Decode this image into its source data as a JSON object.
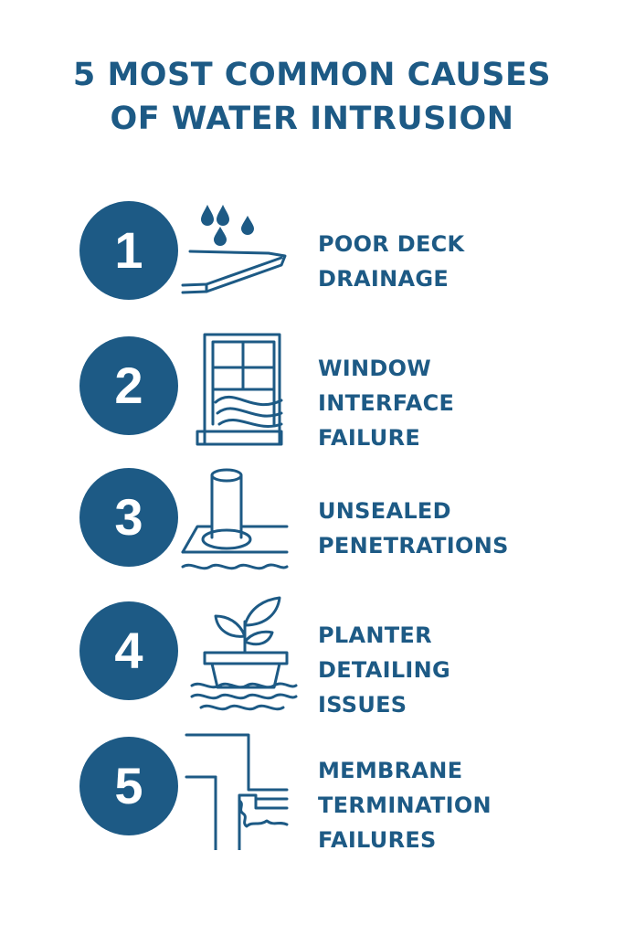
{
  "title": {
    "line1": "5 MOST COMMON CAUSES",
    "line2": "OF WATER INTRUSION"
  },
  "items": [
    {
      "number": "1",
      "icon": "deck-drainage-icon",
      "lines": [
        "POOR DECK",
        "DRAINAGE"
      ]
    },
    {
      "number": "2",
      "icon": "window-water-icon",
      "lines": [
        "WINDOW",
        "INTERFACE",
        "FAILURE"
      ]
    },
    {
      "number": "3",
      "icon": "pipe-penetration-icon",
      "lines": [
        "UNSEALED",
        "PENETRATIONS"
      ]
    },
    {
      "number": "4",
      "icon": "planter-icon",
      "lines": [
        "PLANTER",
        "DETAILING",
        "ISSUES"
      ]
    },
    {
      "number": "5",
      "icon": "membrane-termination-icon",
      "lines": [
        "MEMBRANE",
        "TERMINATION",
        "FAILURES"
      ]
    }
  ],
  "colors": {
    "primary": "#1d5a85",
    "background": "#ffffff"
  }
}
